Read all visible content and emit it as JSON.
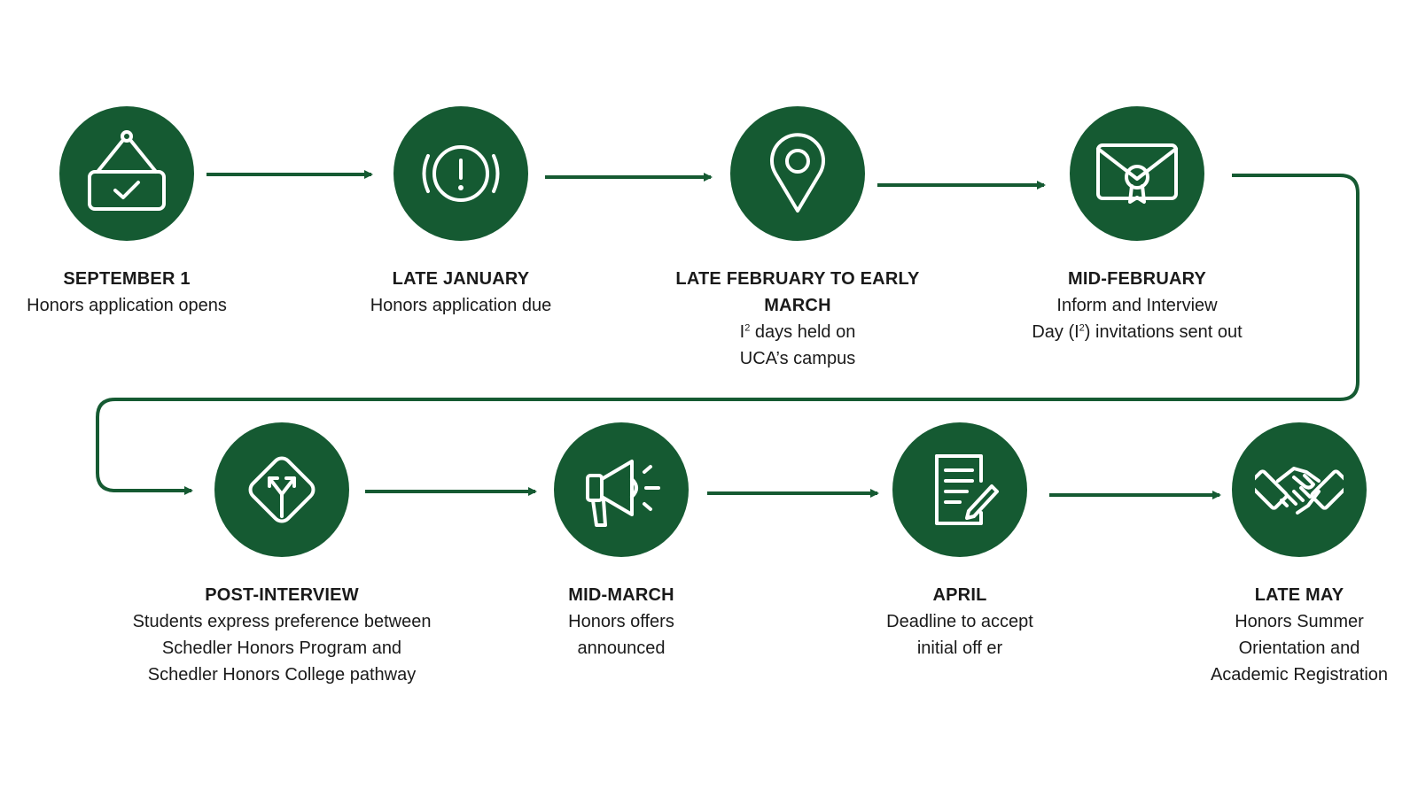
{
  "colors": {
    "accent": "#155a32",
    "text": "#1a1a1a",
    "background": "#ffffff"
  },
  "steps": [
    {
      "icon": "hanging-sign-check-icon",
      "date": [
        "SEPTEMBER 1"
      ],
      "desc": [
        "Honors application opens"
      ]
    },
    {
      "icon": "alert-exclamation-icon",
      "date": [
        "LATE JANUARY"
      ],
      "desc": [
        "Honors application due"
      ]
    },
    {
      "icon": "location-pin-icon",
      "date": [
        "LATE FEBRUARY TO EARLY",
        "MARCH"
      ],
      "desc_html": [
        "I<sup>2</sup> days held on",
        "UCA’s campus"
      ]
    },
    {
      "icon": "sealed-envelope-icon",
      "date": [
        "MID-FEBRUARY"
      ],
      "desc_html": [
        "Inform and Interview",
        "Day (I<sup>2</sup>) invitations sent out"
      ]
    },
    {
      "icon": "road-fork-sign-icon",
      "date": [
        "POST-INTERVIEW"
      ],
      "desc": [
        "Students express preference between",
        "Schedler Honors Program and",
        "Schedler Honors College pathway"
      ]
    },
    {
      "icon": "megaphone-icon",
      "date": [
        "MID-MARCH"
      ],
      "desc": [
        "Honors offers",
        "announced"
      ]
    },
    {
      "icon": "document-pen-icon",
      "date": [
        "APRIL"
      ],
      "desc": [
        "Deadline to accept",
        "initial off er"
      ]
    },
    {
      "icon": "handshake-icon",
      "date": [
        "LATE MAY"
      ],
      "desc": [
        "Honors Summer",
        "Orientation and",
        "Academic Registration"
      ]
    }
  ]
}
